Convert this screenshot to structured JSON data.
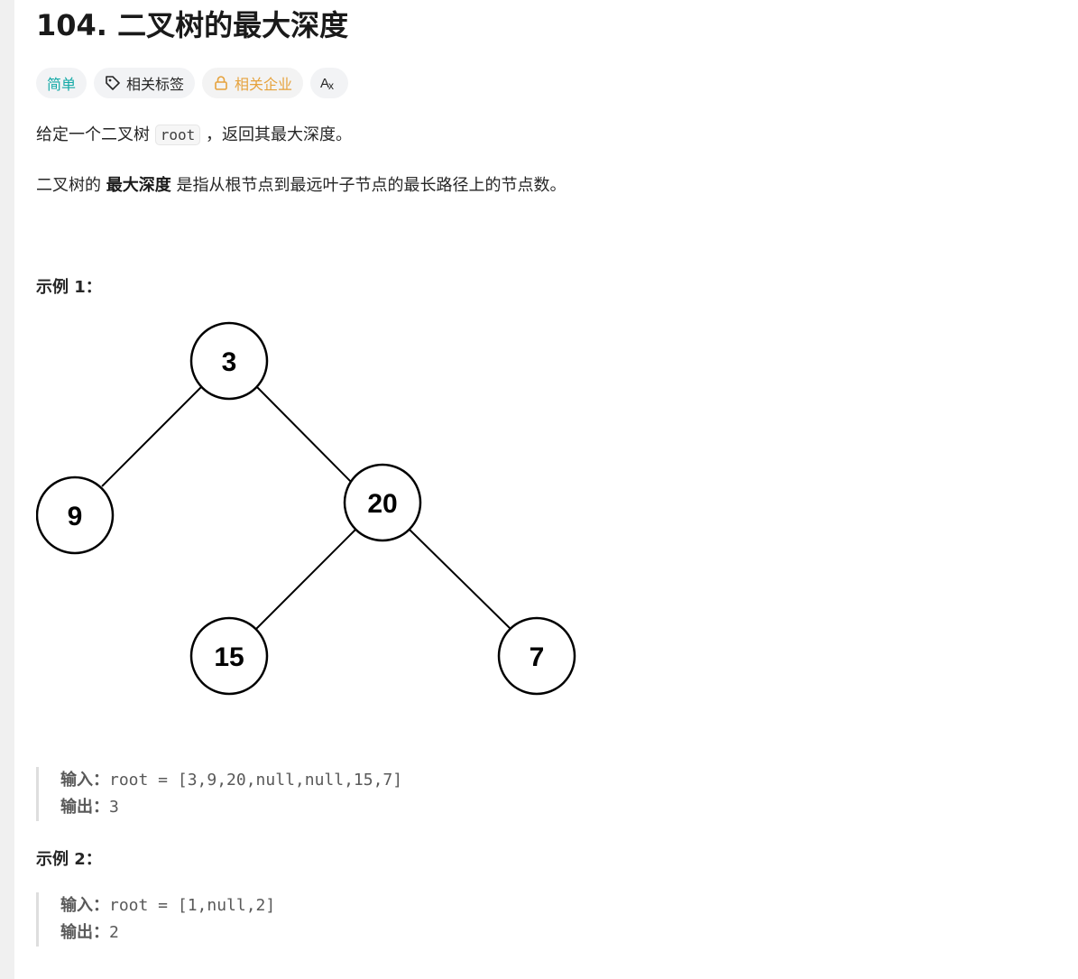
{
  "problem": {
    "title": "104. 二叉树的最大深度"
  },
  "tags": {
    "difficulty": "简单",
    "related_topics": "相关标签",
    "related_companies": "相关企业",
    "translate": "Ax"
  },
  "description": {
    "p1_before": "给定一个二叉树 ",
    "p1_code": "root",
    "p1_after": " ，返回其最大深度。",
    "p2_before": "二叉树的 ",
    "p2_strong": "最大深度",
    "p2_after": " 是指从根节点到最远叶子节点的最长路径上的节点数。"
  },
  "example1": {
    "heading": "示例 1：",
    "tree_nodes": [
      "3",
      "9",
      "20",
      "15",
      "7"
    ],
    "input_label": "输入：",
    "input_value": "root = [3,9,20,null,null,15,7]",
    "output_label": "输出：",
    "output_value": "3"
  },
  "example2": {
    "heading": "示例 2：",
    "input_label": "输入：",
    "input_value": "root = [1,null,2]",
    "output_label": "输出：",
    "output_value": "2"
  },
  "icons": {
    "tag": "tag-icon",
    "lock": "lock-icon",
    "translate": "translate-icon"
  },
  "colors": {
    "easy": "#12a9a6",
    "company": "#e6a23c"
  }
}
